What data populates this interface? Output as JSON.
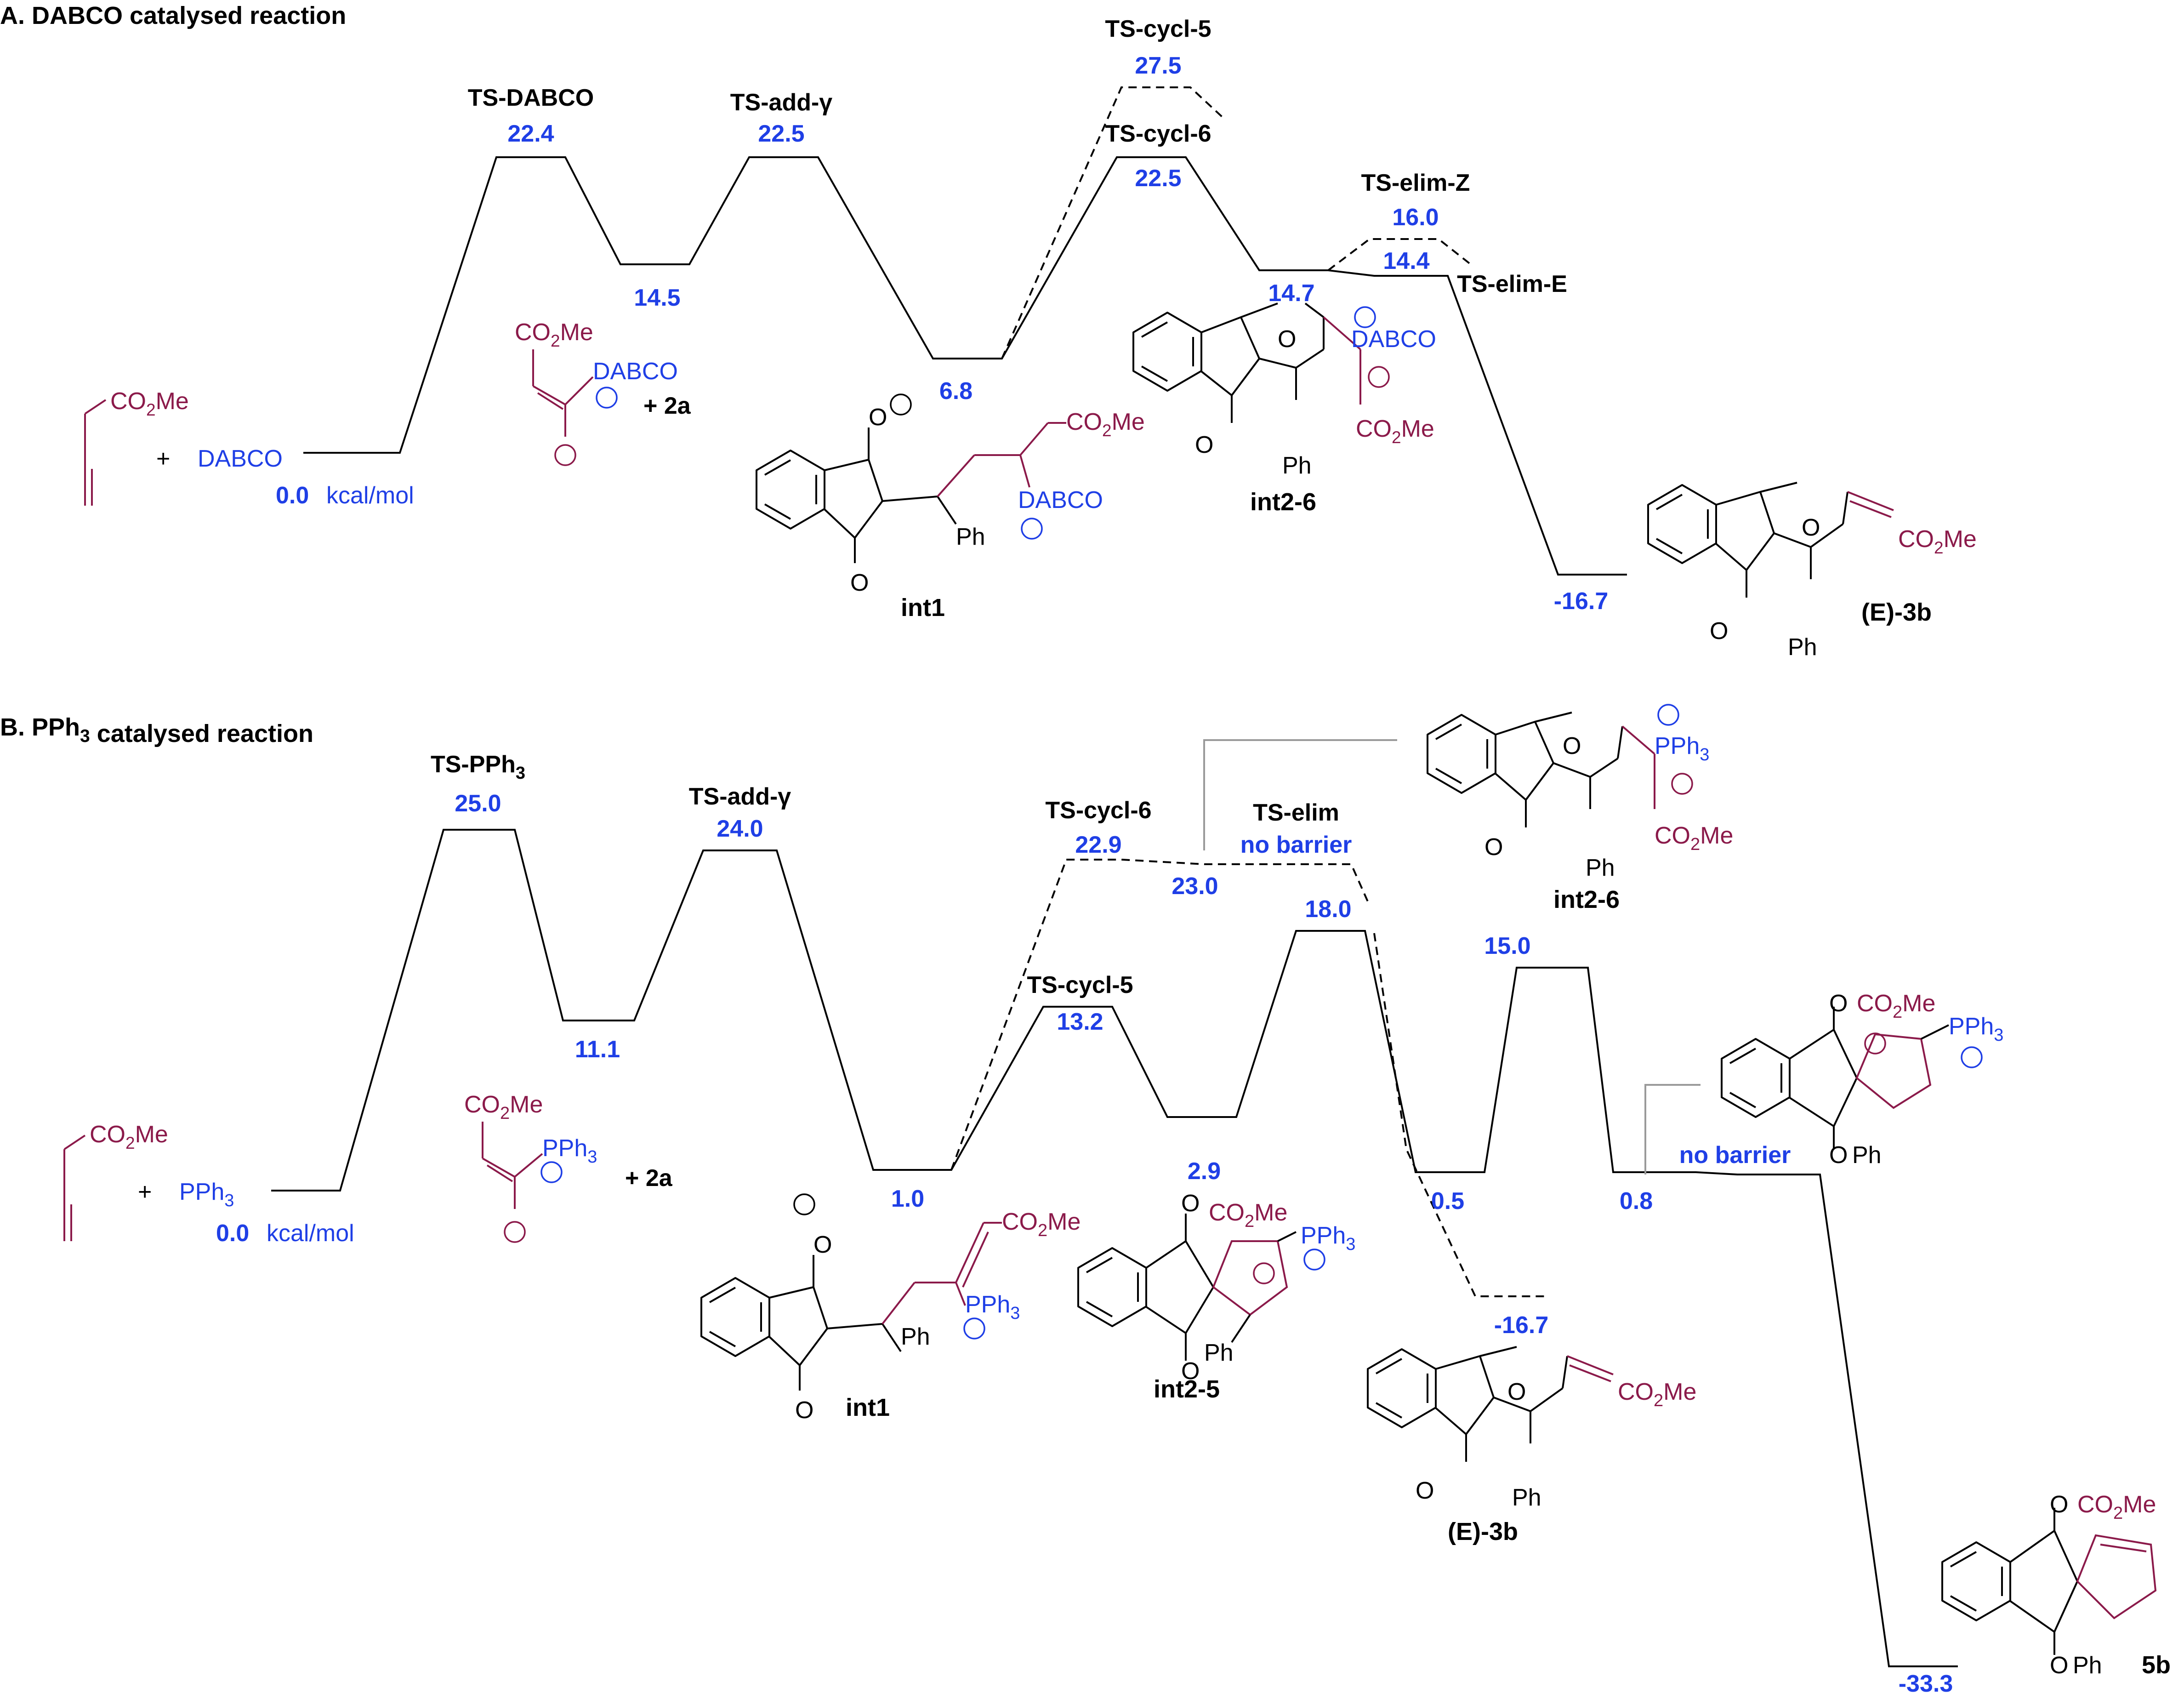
{
  "panelA": {
    "title": "A. DABCO catalysed reaction",
    "labels": {
      "ts_dabco": "TS-DABCO",
      "ts_add": "TS-add-γ",
      "ts_cycl5": "TS-cycl-5",
      "ts_cycl6": "TS-cycl-6",
      "ts_elim_z": "TS-elim-Z",
      "ts_elim_e": "TS-elim-E"
    },
    "energies": {
      "start": "0.0",
      "unit": "kcal/mol",
      "ts_dabco": "22.4",
      "int_a": "14.5",
      "ts_add": "22.5",
      "int1": "6.8",
      "ts_cycl5": "27.5",
      "ts_cycl6": "22.5",
      "int2_6": "14.7",
      "ts_elim_z": "16.0",
      "ts_elim_e": "14.4",
      "product": "-16.7"
    },
    "molecules": {
      "allenoate": "CO2Me",
      "plus1": "+",
      "catalyst": "DABCO",
      "plus2": "+ 2a",
      "int1": "int1",
      "int2_6": "int2-6",
      "product": "(E)-3b",
      "ester": "CO2Me",
      "ph": "Ph",
      "o": "O"
    }
  },
  "panelB": {
    "title": "B. PPh3 catalysed reaction",
    "labels": {
      "ts_pph3": "TS-PPh3",
      "ts_add": "TS-add-γ",
      "ts_cycl6": "TS-cycl-6",
      "ts_elim": "TS-elim",
      "no_barrier": "no barrier",
      "ts_cycl5": "TS-cycl-5"
    },
    "energies": {
      "start": "0.0",
      "unit": "kcal/mol",
      "ts_pph3": "25.0",
      "int_a": "11.1",
      "ts_add": "24.0",
      "int1": "1.0",
      "ts_cycl6": "22.9",
      "int2_6": "23.0",
      "ts_cycl5": "13.2",
      "int2_5": "2.9",
      "ts_a": "18.0",
      "int_b": "0.5",
      "ts_b": "15.0",
      "int_c": "0.8",
      "product_e": "-16.7",
      "product_5b": "-33.3"
    },
    "molecules": {
      "allenoate": "CO2Me",
      "plus1": "+",
      "catalyst": "PPh3",
      "plus2": "+ 2a",
      "int1": "int1",
      "int2_5": "int2-5",
      "int2_6": "int2-6",
      "product_e": "(E)-3b",
      "product_5b": "5b",
      "ph": "Ph",
      "o": "O"
    }
  }
}
